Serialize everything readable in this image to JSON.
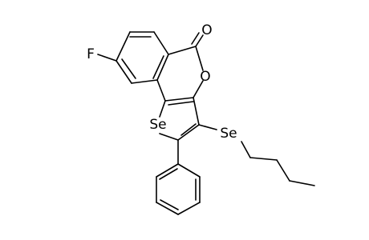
{
  "molecule": {
    "atom_labels": {
      "carbonyl_oxygen": "O",
      "ring_oxygen": "O",
      "fluorine": "F",
      "ring_selenium": "Se",
      "substituent_selenium": "Se"
    }
  }
}
